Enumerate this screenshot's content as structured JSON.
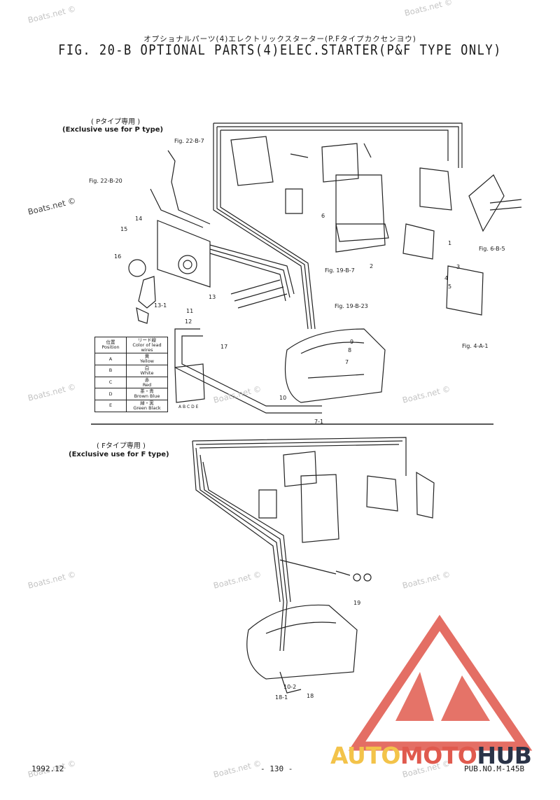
{
  "header": {
    "jp_title": "オプショナルパーツ(4)エレクトリックスターター(P.Fタイプカクセンヨウ)",
    "title": "FIG. 20-B OPTIONAL PARTS(4)ELEC.STARTER(P&F TYPE ONLY)"
  },
  "p_section": {
    "jp_label": "( Pタイプ専用 )",
    "label": "(Exclusive use for P type)",
    "refs": [
      "Fig. 22-B-7",
      "Fig. 22-B-20",
      "Fig. 6-B-5",
      "Fig. 19-B-7",
      "Fig. 19-B-23",
      "Fig. 4-A-1"
    ],
    "parts": [
      "1",
      "2",
      "3",
      "4",
      "5",
      "6",
      "7",
      "8",
      "9",
      "10",
      "11",
      "12",
      "13",
      "13-1",
      "14",
      "15",
      "16",
      "17",
      "7-1"
    ]
  },
  "f_section": {
    "jp_label": "( Fタイプ専用 )",
    "label": "(Exclusive use for F type)",
    "parts": [
      "19",
      "18",
      "18-1",
      "10-2"
    ]
  },
  "legend": {
    "head_pos_jp": "位置",
    "head_pos": "Position",
    "head_color_jp": "リード線",
    "head_color": "Color of lead wires",
    "rows": [
      {
        "pos": "A",
        "jp": "黄",
        "color": "Yellow"
      },
      {
        "pos": "B",
        "jp": "白",
        "color": "White"
      },
      {
        "pos": "C",
        "jp": "赤",
        "color": "Red"
      },
      {
        "pos": "D",
        "jp": "茶・青",
        "color": "Brown Blue"
      },
      {
        "pos": "E",
        "jp": "緑・黒",
        "color": "Green Black"
      }
    ],
    "connector_letters": "A B C D E"
  },
  "watermark": "Boats.net ©",
  "footer": {
    "date": "1992.12",
    "page": "- 130 -",
    "pub": "PUB.NO.M-145B"
  },
  "brand": {
    "part1": "AUTO",
    "part2": "MOTO",
    "part3": "HUB",
    "colors": {
      "red": "#e05a4e",
      "yellow": "#f3c34a",
      "dark": "#2a3347"
    }
  }
}
